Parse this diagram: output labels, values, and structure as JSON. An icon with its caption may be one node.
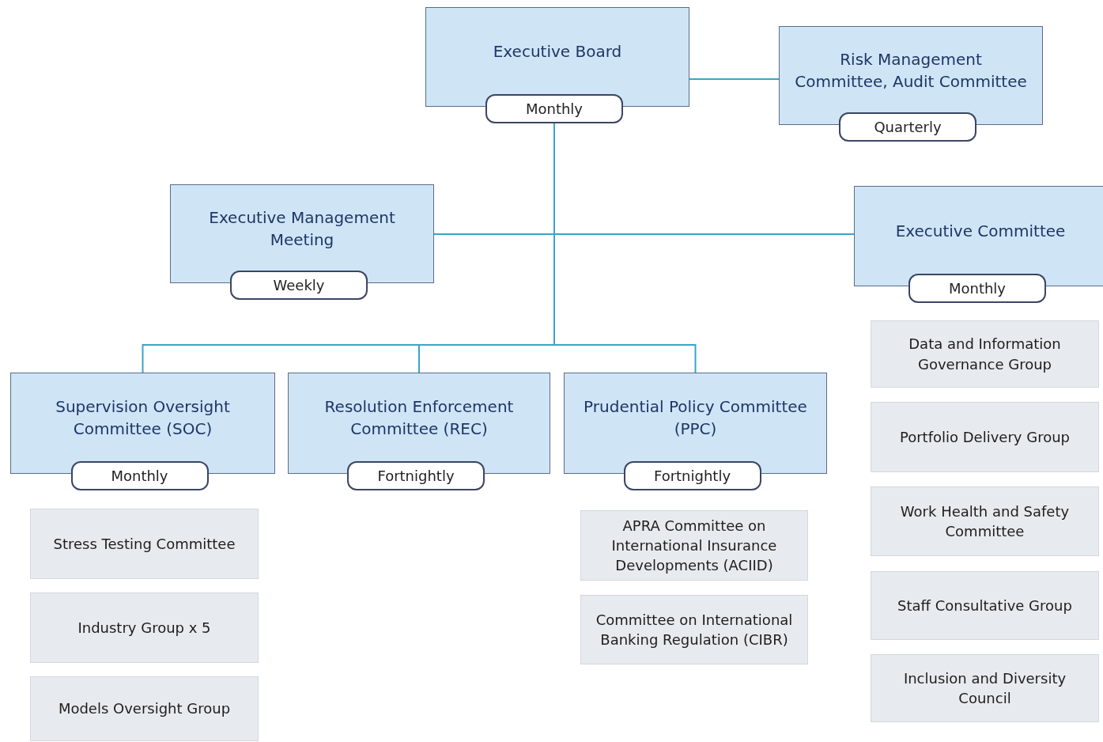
{
  "diagram": {
    "nodes": [
      {
        "text": [
          "Executive Board"
        ],
        "beside": [
          "Monthly"
        ]
      },
      {
        "text": [
          "Risk Management Committee, Audit Committee"
        ],
        "beside": [
          "Quarterly"
        ]
      },
      {
        "text": [
          "Executive Management Meeting"
        ],
        "beside": [
          "Weekly"
        ]
      },
      {
        "text": [
          "Executive Committee"
        ],
        "beside": [
          "Monthly"
        ]
      },
      {
        "text": [
          "Supervision Oversight Committee (SOC)"
        ],
        "beside": [
          "Monthly"
        ]
      },
      {
        "text": [
          "Resolution Enforcement Committee (REC)"
        ],
        "beside": [
          "Fortnightly"
        ]
      },
      {
        "text": [
          "Prudential Policy Committee (PPC)"
        ],
        "beside": [
          "Fortnightly"
        ]
      },
      {
        "text": [
          "Stress Testing Committee"
        ]
      },
      {
        "text": [
          "Industry Group x 5"
        ]
      },
      {
        "text": [
          "Models Oversight Group"
        ]
      },
      {
        "text": [
          "APRA Committee on International Insurance Developments (ACIID)"
        ]
      },
      {
        "text": [
          "Committee on International Banking Regulation (CIBR)"
        ]
      },
      {
        "text": [
          "Data and Information Governance Group"
        ]
      },
      {
        "text": [
          "Portfolio Delivery Group"
        ]
      },
      {
        "text": [
          "Work Health and Safety Committee"
        ]
      },
      {
        "text": [
          "Staff Consultative Group"
        ]
      },
      {
        "text": [
          "Inclusion and Diversity Council"
        ]
      }
    ],
    "edges": [
      {
        "from": 0,
        "to": 1,
        "arrow": "none"
      },
      {
        "from": 0,
        "to": 2,
        "arrow": "none"
      },
      {
        "from": 0,
        "to": 3,
        "arrow": "none"
      },
      {
        "from": 0,
        "to": 4,
        "arrow": "none"
      },
      {
        "from": 0,
        "to": 5,
        "arrow": "none"
      },
      {
        "from": 0,
        "to": 6,
        "arrow": "none"
      }
    ]
  }
}
